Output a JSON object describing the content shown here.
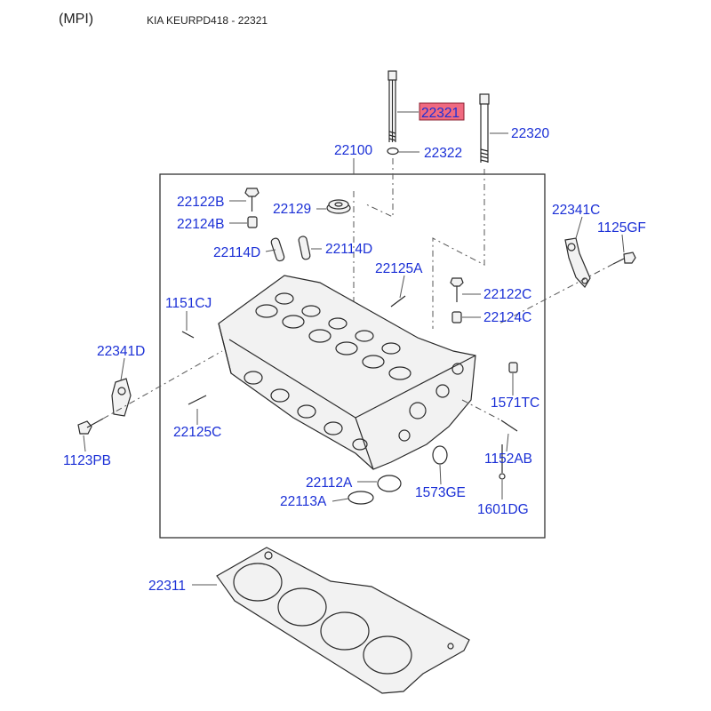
{
  "header": {
    "variant": "(MPI)",
    "title": "KIA KEURPD418 - 22321"
  },
  "highlight_color": "#f06a80",
  "label_color": "#1a2fd6",
  "parts": {
    "p22321": "22321",
    "p22320": "22320",
    "p22322": "22322",
    "p22100": "22100",
    "p22122B": "22122B",
    "p22124B": "22124B",
    "p22129": "22129",
    "p22114D_a": "22114D",
    "p22114D_b": "22114D",
    "p22341C": "22341C",
    "p1125GF": "1125GF",
    "p22125A": "22125A",
    "p1151CJ": "1151CJ",
    "p22122C": "22122C",
    "p22124C": "22124C",
    "p22341D": "22341D",
    "p1571TC": "1571TC",
    "p22125C": "22125C",
    "p1123PB": "1123PB",
    "p1152AB": "1152AB",
    "p22112A": "22112A",
    "p1573GE": "1573GE",
    "p22113A": "22113A",
    "p1601DG": "1601DG",
    "p22311": "22311"
  },
  "selected_part": "22321"
}
